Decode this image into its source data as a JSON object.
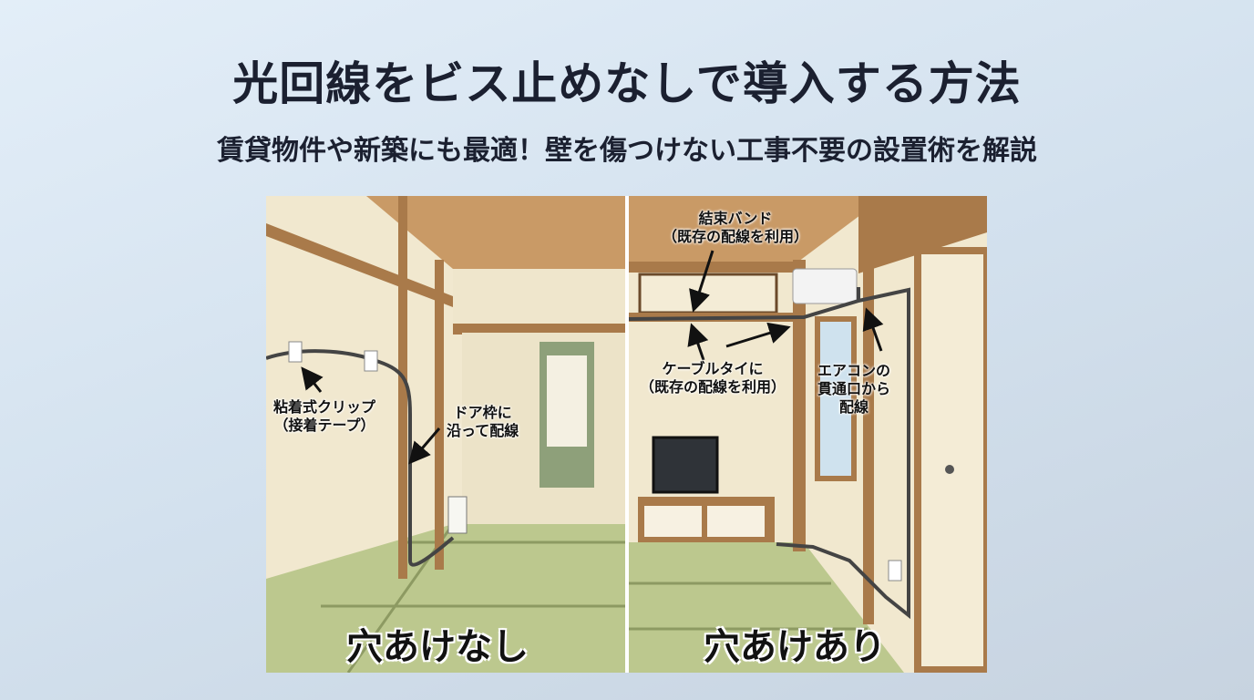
{
  "title": "光回線をビス止めなしで導入する方法",
  "subtitle": "賃貸物件や新築にも最適！壁を傷つけない工事不要の設置術を解説",
  "left_panel": {
    "caption": "穴あけなし",
    "labels": {
      "clip_line1": "粘着式クリップ",
      "clip_line2": "（接着テープ）",
      "door_line1": "ドア枠に",
      "door_line2": "沿って配線"
    }
  },
  "right_panel": {
    "caption": "穴あけあり",
    "labels": {
      "band_line1": "結束バンド",
      "band_line2": "（既存の配線を利用）",
      "tie_line1": "ケーブルタイに",
      "tie_line2": "（既存の配線を利用）",
      "ac_line1": "エアコンの",
      "ac_line2": "貫通口から",
      "ac_line3": "配線"
    }
  }
}
